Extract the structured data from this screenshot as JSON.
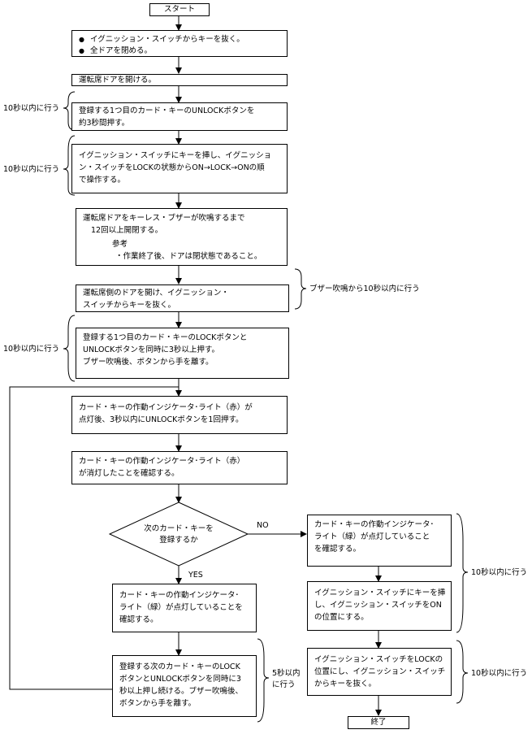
{
  "start": "スタート",
  "end": "終了",
  "step1": [
    "イグニッション・スイッチからキーを抜く。",
    "全ドアを閉める。"
  ],
  "step2": "運転席ドアを開ける。",
  "step3": [
    "登録する1つ目のカード・キーのUNLOCKボタンを",
    "約3秒間押す。"
  ],
  "step4": [
    "イグニッション・スイッチにキーを挿し、イグニッショ",
    "ン・スイッチをLOCKの状態からON→LOCK→ONの順",
    "で操作する。"
  ],
  "step5": [
    "運転席ドアをキーレス・ブザーが吹鳴するまで",
    "12回以上開閉する。"
  ],
  "step5_note_title": "参考",
  "step5_note": "・作業終了後、ドアは閉状態であること。",
  "step6": [
    "運転席側のドアを開け、イグニッション・",
    "スイッチからキーを抜く。"
  ],
  "step7": [
    "登録する1つ目のカード・キーのLOCKボタンと",
    "UNLOCKボタンを同時に3秒以上押す。",
    "ブザー吹鳴後、ボタンから手を離す。"
  ],
  "step8": [
    "カード・キーの作動インジケータ･ライト（赤）が",
    "点灯後、3秒以内にUNLOCKボタンを1回押す。"
  ],
  "step9": [
    "カード・キーの作動インジケータ･ライト（赤）",
    "が消灯したことを確認する。"
  ],
  "decision": [
    "次のカード・キーを",
    "登録するか"
  ],
  "no_label": "NO",
  "yes_label": "YES",
  "step_yes1": [
    "カード・キーの作動インジケータ･",
    "ライト（緑）が点灯していることを",
    "確認する。"
  ],
  "step_yes2": [
    "登録する次のカード・キーのLOCK",
    "ボタンとUNLOCKボタンを同時に3",
    "秒以上押し続ける。ブザー吹鳴後、",
    "ボタンから手を離す。"
  ],
  "step_no1": [
    "カード・キーの作動インジケータ･",
    "ライト（緑）が点灯していること",
    "を確認する。"
  ],
  "step_no2": [
    "イグニッション・スイッチにキーを挿",
    "し、イグニッション・スイッチをON",
    "の位置にする。"
  ],
  "step_no3": [
    "イグニッション・スイッチをLOCKの",
    "位置にし、イグニッション・スイッチ",
    "からキーを抜く。"
  ],
  "note_10s_a": "10秒以内に行う",
  "note_10s_b": "10秒以内に行う",
  "note_buzzer": "ブザー吹鳴から10秒以内に行う",
  "note_10s_c": "10秒以内に行う",
  "note_5s": [
    "5秒以内",
    "に行う"
  ],
  "note_10s_d": "10秒以内に行う",
  "note_10s_e": "10秒以内に行う"
}
